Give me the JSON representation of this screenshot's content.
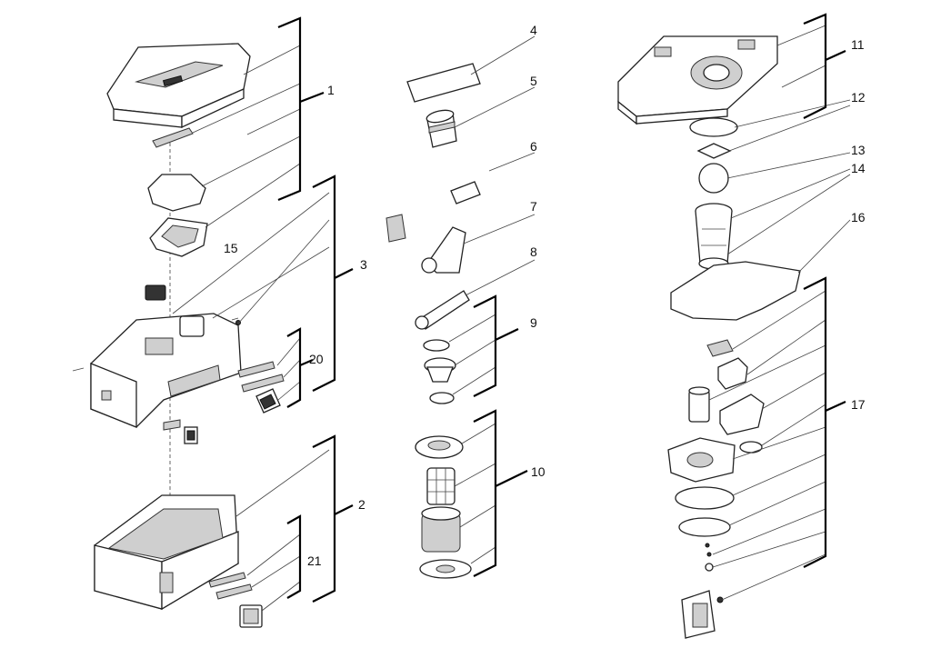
{
  "callouts": {
    "c1": "1",
    "c2": "2",
    "c3": "3",
    "c4": "4",
    "c5": "5",
    "c6": "6",
    "c7": "7",
    "c8": "8",
    "c9": "9",
    "c10": "10",
    "c11": "11",
    "c12": "12",
    "c13": "13",
    "c14": "14",
    "c15": "15",
    "c16": "16",
    "c17": "17",
    "c20": "20",
    "c21": "21"
  }
}
